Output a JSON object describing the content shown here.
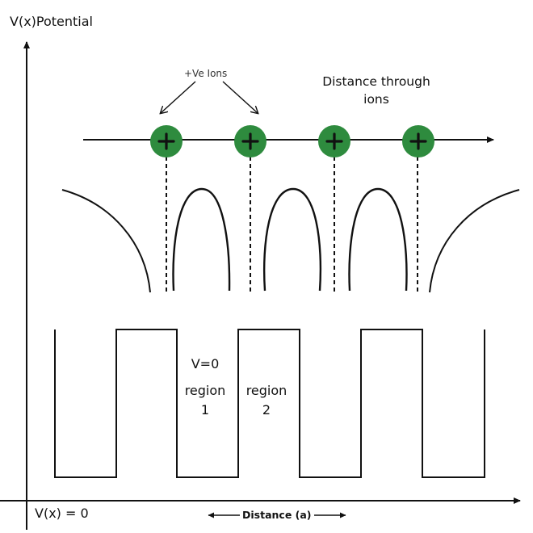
{
  "y_axis": {
    "title": "V(x)Potential"
  },
  "x_axis": {
    "origin_label": "V(x) = 0",
    "distance_label": "Distance (a)"
  },
  "ions": {
    "label": "+Ve Ions",
    "symbol": "+",
    "count": 4,
    "color": "#2e8b3e"
  },
  "distance_through_ions": {
    "label": "Distance through ions"
  },
  "regions": {
    "v_label": "V=0",
    "region1": "region 1",
    "region2": "region 2"
  },
  "colors": {
    "ion_fill": "#2e8b3e",
    "line": "#111111"
  }
}
